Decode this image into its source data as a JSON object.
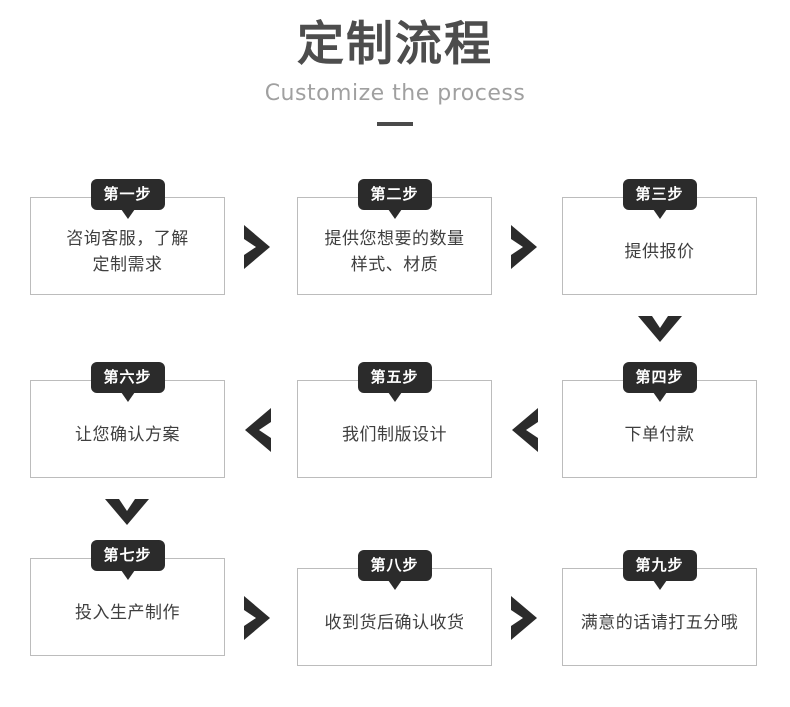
{
  "header": {
    "title": "定制流程",
    "subtitle": "Customize the process",
    "divider": "title-divider"
  },
  "colors": {
    "badge_bg": "#2b2b2b",
    "badge_text": "#ffffff",
    "box_border": "#bcbcbc",
    "body_text": "#3f3f3f",
    "title_text": "#4d4d4d",
    "subtitle_text": "#a0a0a0",
    "arrow_fill": "#2b2b2b",
    "background": "#ffffff"
  },
  "steps": [
    {
      "badge": "第一步",
      "lines": [
        "咨询客服，了解",
        "定制需求"
      ]
    },
    {
      "badge": "第二步",
      "lines": [
        "提供您想要的数量",
        "样式、材质"
      ]
    },
    {
      "badge": "第三步",
      "lines": [
        "提供报价"
      ]
    },
    {
      "badge": "第四步",
      "lines": [
        "下单付款"
      ]
    },
    {
      "badge": "第五步",
      "lines": [
        "我们制版设计"
      ]
    },
    {
      "badge": "第六步",
      "lines": [
        "让您确认方案"
      ]
    },
    {
      "badge": "第七步",
      "lines": [
        "投入生产制作"
      ]
    },
    {
      "badge": "第八步",
      "lines": [
        "收到货后确认收货"
      ]
    },
    {
      "badge": "第九步",
      "lines": [
        "满意的话请打五分哦"
      ]
    }
  ],
  "arrows": [
    {
      "name": "arrow-step1-to-step2",
      "direction": "right"
    },
    {
      "name": "arrow-step2-to-step3",
      "direction": "right"
    },
    {
      "name": "arrow-step3-to-step4",
      "direction": "down"
    },
    {
      "name": "arrow-step4-to-step5",
      "direction": "left"
    },
    {
      "name": "arrow-step5-to-step6",
      "direction": "left"
    },
    {
      "name": "arrow-step6-to-step7",
      "direction": "down"
    },
    {
      "name": "arrow-step7-to-step8",
      "direction": "right"
    },
    {
      "name": "arrow-step8-to-step9",
      "direction": "right"
    }
  ]
}
